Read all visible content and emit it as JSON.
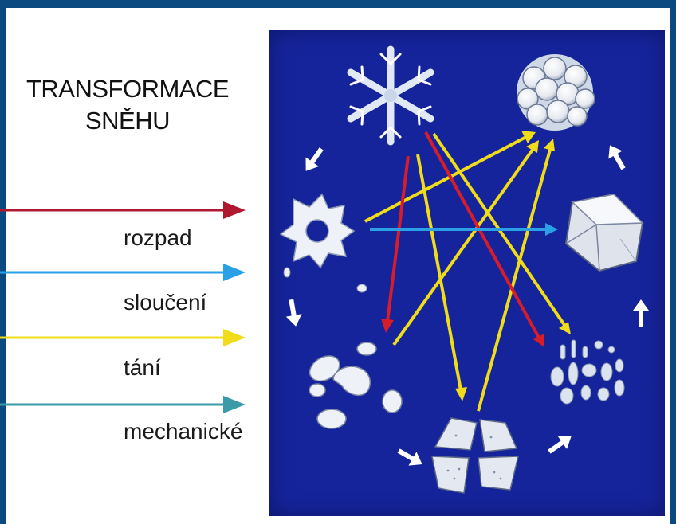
{
  "title": {
    "line1": "TRANSFORMACE",
    "line2": "SNĚHU"
  },
  "legend": [
    {
      "label": "rozpad",
      "color": "#b01830",
      "icon": "red-arrow-icon"
    },
    {
      "label": "sloučení",
      "color": "#2aa0e6",
      "icon": "blue-arrow-icon"
    },
    {
      "label": "tání",
      "color": "#f0dc18",
      "icon": "yellow-arrow-icon"
    },
    {
      "label": "mechanické",
      "color": "#3a9aa8",
      "icon": "teal-arrow-icon"
    }
  ],
  "diagram": {
    "background": "#16249c",
    "nodes": [
      "snowflake-crystal-icon",
      "rounded-grain-cluster-icon",
      "hexagonal-crystal-icon",
      "melted-fragments-icon",
      "angular-grains-icon",
      "rounded-blobs-icon",
      "branched-crystal-icon"
    ]
  }
}
